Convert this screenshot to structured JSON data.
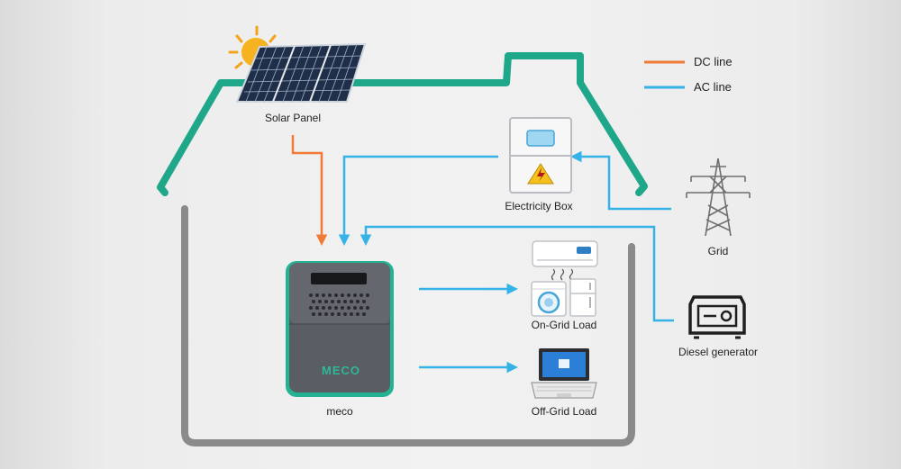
{
  "legend": [
    {
      "label": "DC line",
      "color": "#f07a36"
    },
    {
      "label": "AC line",
      "color": "#35b2e6"
    }
  ],
  "nodes": {
    "solar_panel": "Solar Panel",
    "electricity_box": "Electricity Box",
    "grid": "Grid",
    "diesel_generator": "Diesel generator",
    "on_grid_load": "On-Grid Load",
    "off_grid_load": "Off-Grid Load",
    "meco": "meco"
  },
  "brand_mark": "MECO",
  "colors": {
    "house_roof": "#1fa78a",
    "house_wall": "#8a8a8a",
    "dc_line": "#f07a36",
    "ac_line": "#35b2e6",
    "device_body": "#5a5d63",
    "device_accent": "#23b394"
  },
  "icons": {
    "solar_panel": "solar-panel-icon",
    "sun": "sun-icon",
    "electricity_box": "electricity-box-icon",
    "grid": "transmission-tower-icon",
    "diesel_generator": "generator-icon",
    "on_grid_load": "appliances-icon",
    "off_grid_load": "laptop-icon",
    "meco": "power-station-icon"
  }
}
